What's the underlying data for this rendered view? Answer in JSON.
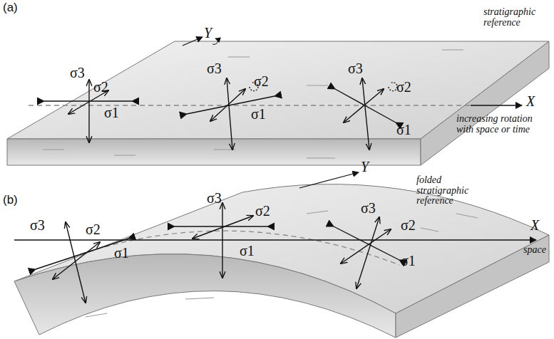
{
  "diagram": {
    "labels": [
      "(a)",
      "Y",
      "stratigraphic reference",
      "σ3",
      "σ2",
      "σ1",
      "σ3",
      "σ2",
      "σ1",
      "σ3",
      "σ2",
      "σ1",
      "X",
      "increasing rotation with space or time",
      "(b)",
      "Y",
      "folded stratigraphic reference",
      "σ3",
      "σ2",
      "σ1",
      "σ3",
      "σ2",
      "σ1",
      "σ3",
      "σ2",
      "σ1",
      "X",
      "space"
    ]
  }
}
